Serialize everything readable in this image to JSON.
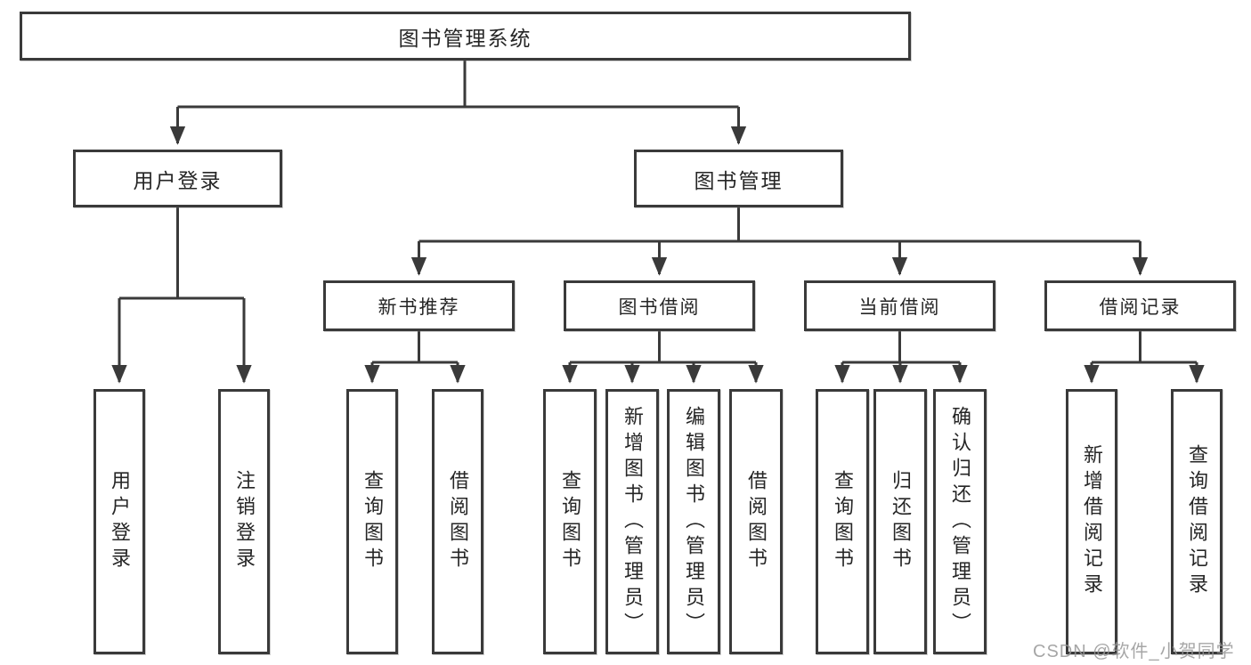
{
  "diagram_title": "图书管理系统",
  "watermark": "CSDN @软件_小贺同学",
  "colors": {
    "line": "#3a3a3a",
    "box_border": "#3a3a3a",
    "text": "#262626",
    "watermark": "#969696",
    "background": "#ffffff"
  },
  "tree": {
    "root": "图书管理系统",
    "children": [
      {
        "label": "用户登录",
        "children": [
          "用户登录",
          "注销登录"
        ]
      },
      {
        "label": "图书管理",
        "children": [
          {
            "label": "新书推荐",
            "children": [
              "查询图书",
              "借阅图书"
            ]
          },
          {
            "label": "图书借阅",
            "children": [
              "查询图书",
              "新增图书（管理员）",
              "编辑图书（管理员）",
              "借阅图书"
            ]
          },
          {
            "label": "当前借阅",
            "children": [
              "查询图书",
              "归还图书",
              "确认归还（管理员）"
            ]
          },
          {
            "label": "借阅记录",
            "children": [
              "新增借阅记录",
              "查询借阅记录"
            ]
          }
        ]
      }
    ]
  }
}
